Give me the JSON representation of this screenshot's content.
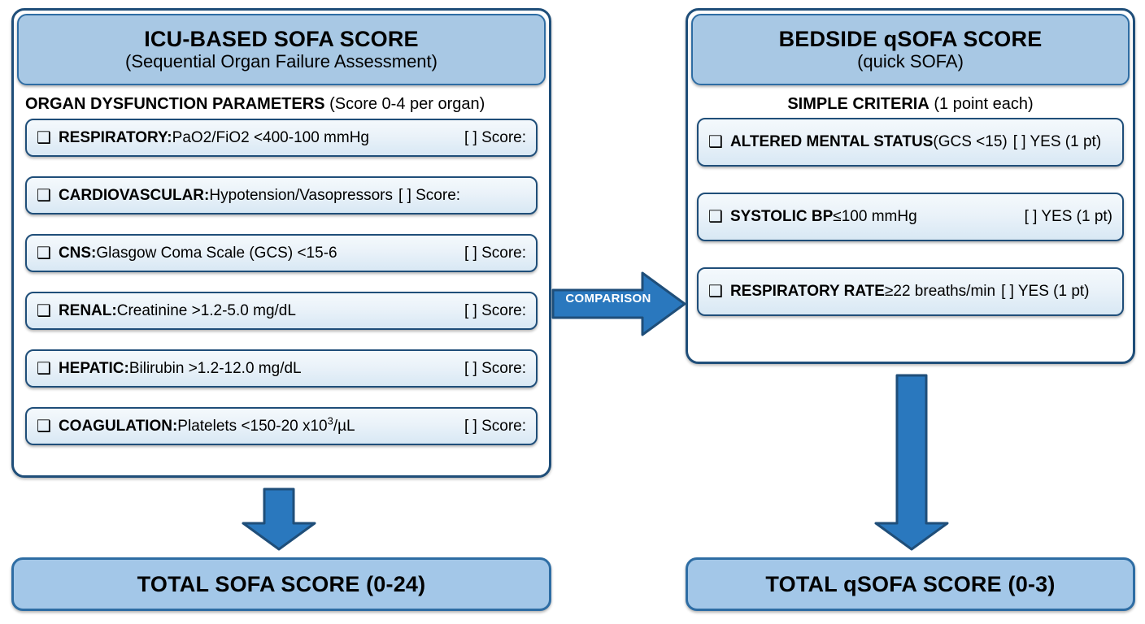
{
  "left_panel": {
    "header": {
      "title": "ICU-BASED SOFA SCORE",
      "subtitle": "(Sequential Organ Failure Assessment)"
    },
    "caption_bold": "ORGAN DYSFUNCTION PARAMETERS",
    "caption_rest": " (Score 0-4 per organ)",
    "checkbox_icon": "❑",
    "rows": [
      {
        "label": "RESPIRATORY:",
        "value": " PaO2/FiO2 <400-100 mmHg",
        "score": "[ ] Score:",
        "gap": true
      },
      {
        "label": "CARDIOVASCULAR:",
        "value": " Hypotension/Vasopressors",
        "score": "[ ] Score:",
        "gap": false
      },
      {
        "label": "CNS:",
        "value": " Glasgow Coma Scale (GCS) <15-6",
        "score": "[ ] Score:",
        "gap": true
      },
      {
        "label": "RENAL:",
        "value": " Creatinine >1.2-5.0 mg/dL",
        "score": "[ ] Score:",
        "gap": true
      },
      {
        "label": "HEPATIC:",
        "value": " Bilirubin >1.2-12.0 mg/dL",
        "score": "[ ] Score:",
        "gap": true
      },
      {
        "label": "COAGULATION:",
        "value_html": " Platelets <150-20 x10<sup>3</sup>/µL",
        "score": "[ ] Score:",
        "gap": true
      }
    ],
    "total": "TOTAL SOFA SCORE (0-24)"
  },
  "right_panel": {
    "header": {
      "title": "BEDSIDE qSOFA SCORE",
      "subtitle": "(quick SOFA)"
    },
    "caption_bold": "SIMPLE CRITERIA",
    "caption_rest": " (1 point each)",
    "checkbox_icon": "❑",
    "rows": [
      {
        "label": "ALTERED MENTAL STATUS",
        "value": " (GCS <15)",
        "score": "[ ] YES (1 pt)",
        "gap": false
      },
      {
        "label": "SYSTOLIC BP",
        "value": " ≤100 mmHg",
        "score": "[ ] YES (1 pt)",
        "gap": true
      },
      {
        "label": "RESPIRATORY RATE",
        "value": " ≥22 breaths/min",
        "score": "[ ] YES (1 pt)",
        "gap": false
      }
    ],
    "total": "TOTAL qSOFA SCORE (0-3)"
  },
  "connectors": {
    "comparison_label": "COMPARISON",
    "arrow_fill": "#2a78be",
    "arrow_stroke": "#1f4e79"
  },
  "colors": {
    "panel_border": "#1f4e79",
    "header_fill": "#a8c8e4",
    "row_fill_top": "#f4f9fc",
    "row_fill_bottom": "#d8e8f4",
    "total_fill": "#a3c7e8",
    "text": "#000000"
  }
}
